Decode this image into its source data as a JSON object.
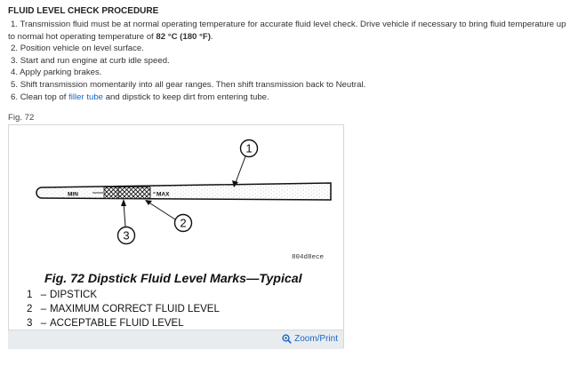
{
  "procedure": {
    "title": "FLUID LEVEL CHECK PROCEDURE",
    "step1": {
      "num": "1.",
      "text_a": "Transmission fluid must be at normal operating temperature for accurate fluid level check. Drive vehicle if necessary to bring fluid temperature up to normal hot operating temperature of ",
      "temp": "82 °C (180 °F)",
      "text_b": "."
    },
    "step2": {
      "num": "2.",
      "text": "Position vehicle on level surface."
    },
    "step3": {
      "num": "3.",
      "text": "Start and run engine at curb idle speed."
    },
    "step4": {
      "num": "4.",
      "text": "Apply parking brakes."
    },
    "step5": {
      "num": "5.",
      "text": "Shift transmission momentarily into all gear ranges. Then shift transmission back to Neutral."
    },
    "step6": {
      "num": "6.",
      "text_a": "Clean top of ",
      "link": "filler tube",
      "text_b": " and dipstick to keep dirt from entering tube."
    }
  },
  "figure": {
    "ref": "Fig. 72",
    "min_label": "MIN",
    "max_label": "MAX",
    "callout_1": "1",
    "callout_2": "2",
    "callout_3": "3",
    "code": "804d8ece",
    "caption": "Fig. 72 Dipstick Fluid Level Marks—Typical",
    "legend": [
      {
        "key": "1",
        "dash": "–",
        "label": "DIPSTICK"
      },
      {
        "key": "2",
        "dash": "–",
        "label": "MAXIMUM CORRECT FLUID LEVEL"
      },
      {
        "key": "3",
        "dash": "–",
        "label": "ACCEPTABLE FLUID LEVEL"
      }
    ],
    "zoom_label": "Zoom/Print",
    "zoom_icon": "magnifier-icon"
  },
  "colors": {
    "link": "#1a66c9",
    "footer_bg": "#e9ecef",
    "border": "#d7d7d7"
  }
}
